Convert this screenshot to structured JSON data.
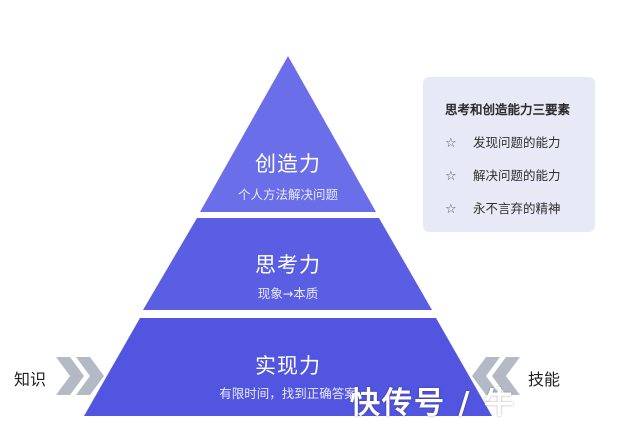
{
  "pyramid": {
    "tiers": [
      {
        "title": "创造力",
        "subtitle": "个人方法解决问题",
        "color": "#6a6ee8"
      },
      {
        "title": "思考力",
        "subtitle": "现象→本质",
        "color": "#5a5ee2"
      },
      {
        "title": "实现力",
        "subtitle": "有限时间，找到正确答案",
        "color": "#5255e0"
      }
    ]
  },
  "sides": {
    "left": {
      "label": "知识"
    },
    "right": {
      "label": "技能"
    },
    "arrow_color": "#b3bac6"
  },
  "card": {
    "title": "思考和创造能力三要素",
    "items": [
      {
        "icon": "star-outline-icon",
        "text": "发现问题的能力"
      },
      {
        "icon": "star-outline-icon",
        "text": "解决问题的能力"
      },
      {
        "icon": "star-outline-icon",
        "text": "永不言弃的精神"
      }
    ]
  },
  "watermark": {
    "text": "快传号 / 牛"
  }
}
